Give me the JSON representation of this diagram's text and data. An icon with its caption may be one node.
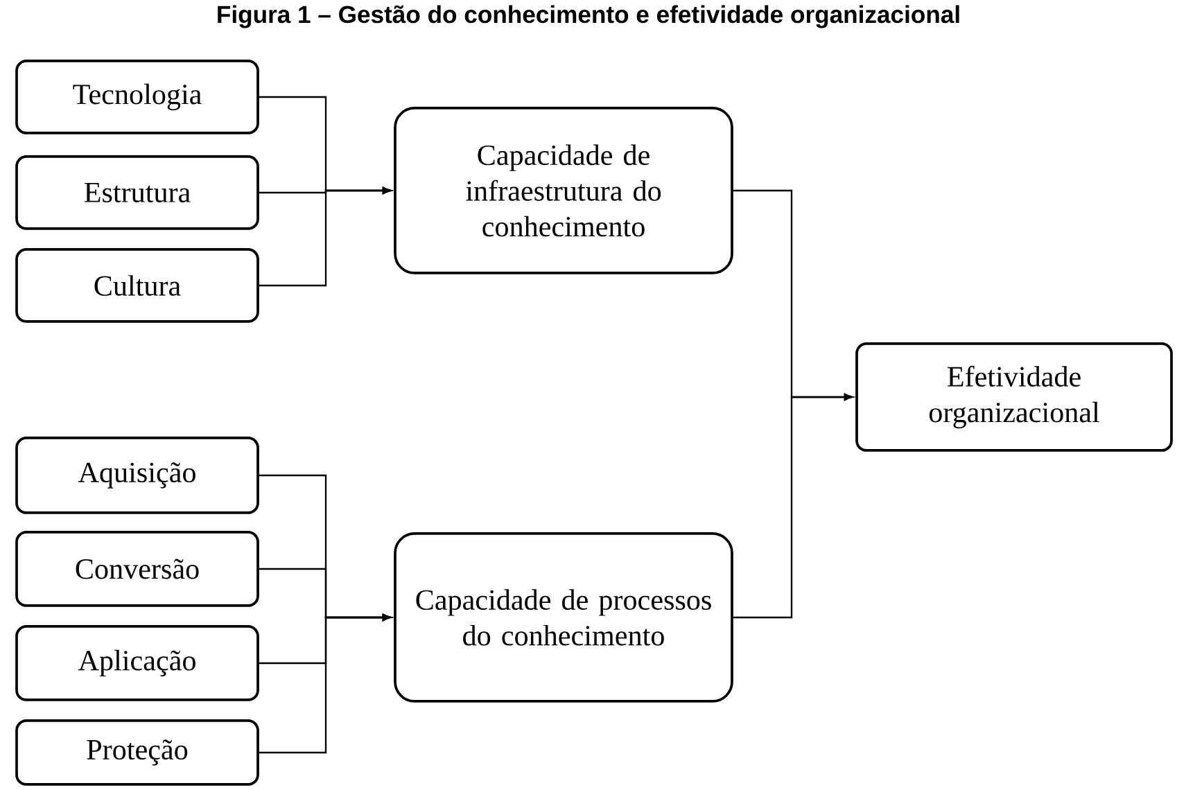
{
  "diagram": {
    "title": "Figura 1 – Gestão do conhecimento e efetividade organizacional",
    "nodes": [
      {
        "text": [
          "Tecnologia"
        ]
      },
      {
        "text": [
          "Estrutura"
        ]
      },
      {
        "text": [
          "Cultura"
        ]
      },
      {
        "text": [
          "Capacidade de infraestrutura do conhecimento"
        ]
      },
      {
        "text": [
          "Efetividade organizacional"
        ]
      },
      {
        "text": [
          "Aquisição"
        ]
      },
      {
        "text": [
          "Conversão"
        ]
      },
      {
        "text": [
          "Aplicação"
        ]
      },
      {
        "text": [
          "Proteção"
        ]
      },
      {
        "text": [
          "Capacidade de processos do conhecimento"
        ]
      }
    ],
    "edges": [
      {
        "from": 0,
        "to": 3,
        "arrow": "to"
      },
      {
        "from": 1,
        "to": 3,
        "arrow": "to"
      },
      {
        "from": 2,
        "to": 3,
        "arrow": "to"
      },
      {
        "from": 5,
        "to": 9,
        "arrow": "to"
      },
      {
        "from": 6,
        "to": 9,
        "arrow": "to"
      },
      {
        "from": 7,
        "to": 9,
        "arrow": "to"
      },
      {
        "from": 8,
        "to": 9,
        "arrow": "to"
      },
      {
        "from": 3,
        "to": 4,
        "arrow": "to"
      },
      {
        "from": 9,
        "to": 4,
        "arrow": "to"
      }
    ]
  }
}
